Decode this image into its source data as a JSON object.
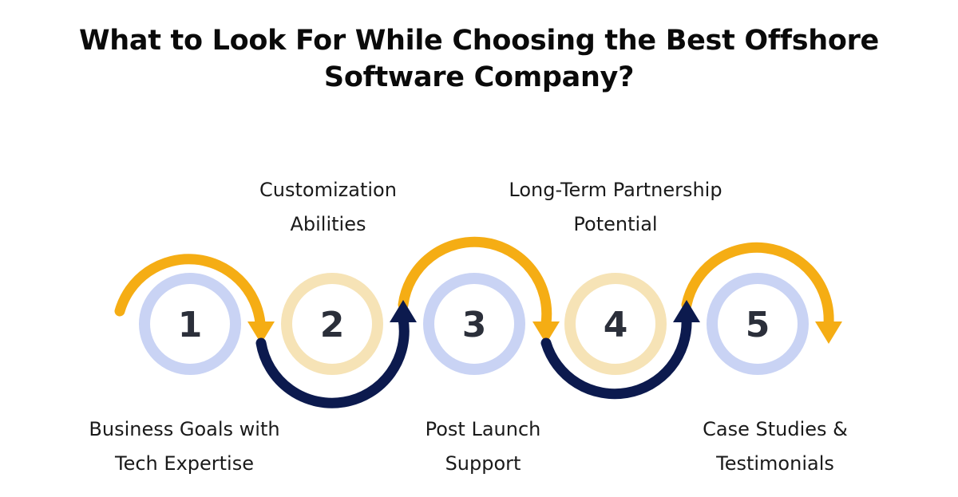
{
  "title": {
    "line1": "What to Look For While Choosing the Best Offshore",
    "line2": "Software Company?"
  },
  "steps": [
    {
      "number": "1",
      "label_line1": "Business Goals with",
      "label_line2": "Tech Expertise"
    },
    {
      "number": "2",
      "label_line1": "Customization",
      "label_line2": "Abilities"
    },
    {
      "number": "3",
      "label_line1": "Post Launch",
      "label_line2": "Support"
    },
    {
      "number": "4",
      "label_line1": "Long-Term Partnership",
      "label_line2": "Potential"
    },
    {
      "number": "5",
      "label_line1": "Case Studies &",
      "label_line2": "Testimonials"
    }
  ],
  "colors": {
    "arc_orange": "#f5ad14",
    "arc_navy": "#0c1a4e",
    "ring_blue": "#c9d3f4",
    "ring_beige": "#f6e3b6",
    "number_text": "#2b2f3a"
  }
}
